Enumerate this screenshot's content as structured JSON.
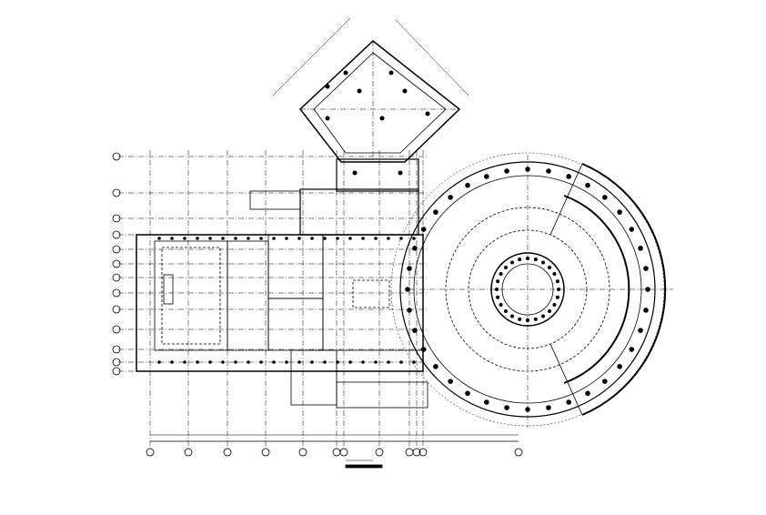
{
  "drawing": {
    "type": "architectural floor plan",
    "colors": {
      "background": "#ffffff",
      "line": "#000000"
    },
    "components": [
      "diamond-entrance-wing",
      "rectangular-main-block",
      "circular-hall",
      "grid-axes",
      "dimension-line",
      "scale-title-bar"
    ]
  }
}
